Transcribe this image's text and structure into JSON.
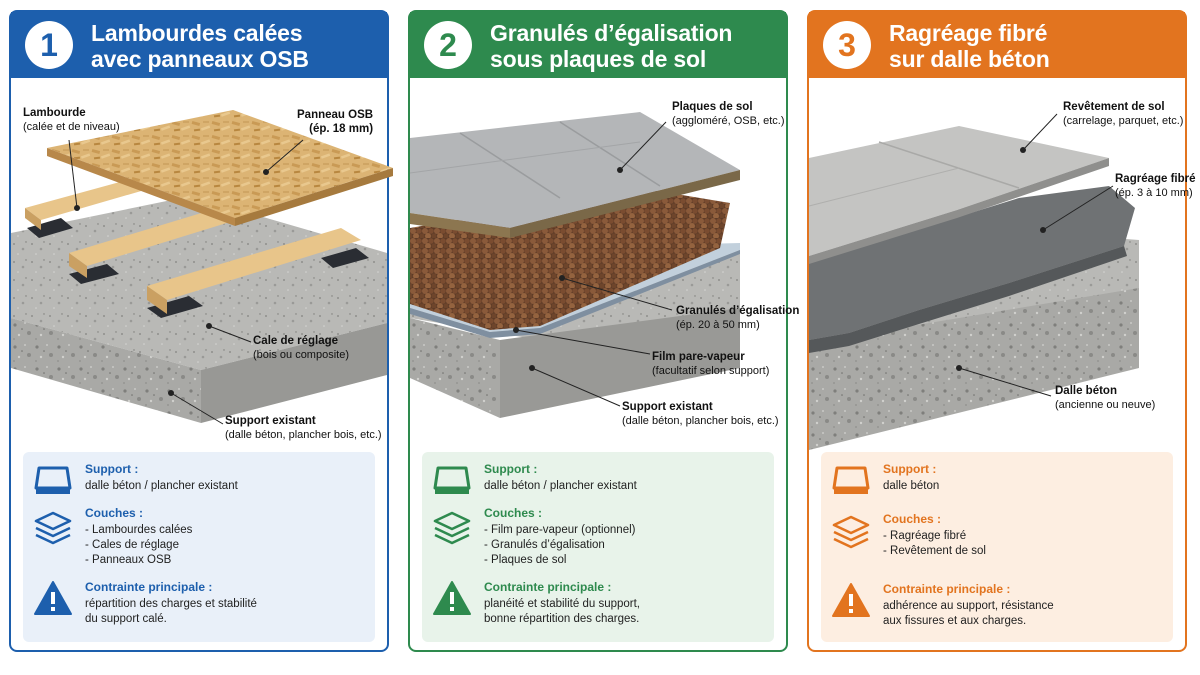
{
  "panels": [
    {
      "number": "1",
      "title_line1": "Lambourdes calées",
      "title_line2": "avec panneaux OSB",
      "accent": "#1d5fad",
      "labels": {
        "a_title": "Lambourde",
        "a_sub": "(calée et de niveau)",
        "b_title": "Panneau OSB",
        "b_sub": "(ép. 18 mm)",
        "c_title": "Cale de réglage",
        "c_sub": "(bois ou composite)",
        "d_title": "Support existant",
        "d_sub": "(dalle béton, plancher bois, etc.)"
      },
      "info": {
        "support_title": "Support :",
        "support_text": "dalle béton / plancher existant",
        "layers_title": "Couches :",
        "layers": [
          "- Lambourdes calées",
          "- Cales de réglage",
          "- Panneaux OSB"
        ],
        "constraint_title": "Contrainte principale :",
        "constraint_lines": [
          "répartition des charges et stabilité",
          "du support calé."
        ]
      }
    },
    {
      "number": "2",
      "title_line1": "Granulés d’égalisation",
      "title_line2": "sous plaques de sol",
      "accent": "#2e8a4e",
      "labels": {
        "a_title": "Plaques de sol",
        "a_sub": "(aggloméré, OSB, etc.)",
        "b_title": "Granulés d’égalisation",
        "b_sub": "(ép. 20 à 50 mm)",
        "c_title": "Film pare-vapeur",
        "c_sub": "(facultatif selon support)",
        "d_title": "Support existant",
        "d_sub": "(dalle béton, plancher bois, etc.)"
      },
      "info": {
        "support_title": "Support :",
        "support_text": "dalle béton / plancher existant",
        "layers_title": "Couches :",
        "layers": [
          "- Film pare-vapeur (optionnel)",
          "- Granulés d’égalisation",
          "- Plaques de sol"
        ],
        "constraint_title": "Contrainte principale :",
        "constraint_lines": [
          "planéité et stabilité du support,",
          "bonne répartition des charges."
        ]
      }
    },
    {
      "number": "3",
      "title_line1": "Ragréage fibré",
      "title_line2": "sur dalle béton",
      "accent": "#e2741f",
      "labels": {
        "a_title": "Revêtement de sol",
        "a_sub": "(carrelage, parquet, etc.)",
        "b_title": "Ragréage fibré",
        "b_sub": "(ép. 3 à 10 mm)",
        "d_title": "Dalle béton",
        "d_sub": "(ancienne ou neuve)"
      },
      "info": {
        "support_title": "Support :",
        "support_text": "dalle béton",
        "layers_title": "Couches :",
        "layers": [
          "- Ragréage fibré",
          "- Revêtement de sol"
        ],
        "constraint_title": "Contrainte principale :",
        "constraint_lines": [
          "adhérence au support, résistance",
          "aux fissures et aux charges."
        ]
      }
    }
  ]
}
